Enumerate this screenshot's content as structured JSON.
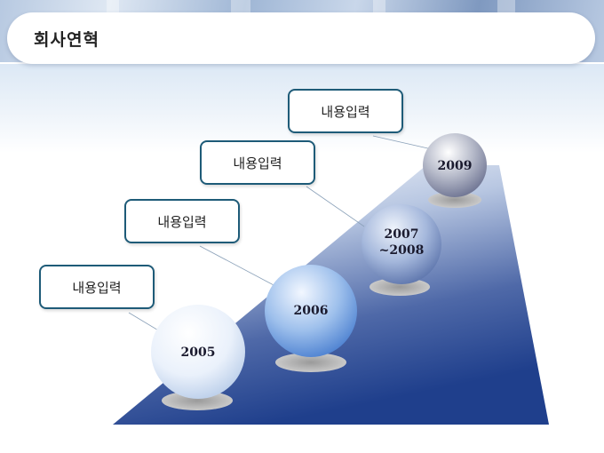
{
  "header": {
    "title": "회사연혁"
  },
  "milestones": [
    {
      "label": "내용입력",
      "year": "2005"
    },
    {
      "label": "내용입력",
      "year": "2006"
    },
    {
      "label": "내용입력",
      "year_line1": "2007",
      "year_line2": "~2008"
    },
    {
      "label": "내용입력",
      "year": "2009"
    }
  ]
}
